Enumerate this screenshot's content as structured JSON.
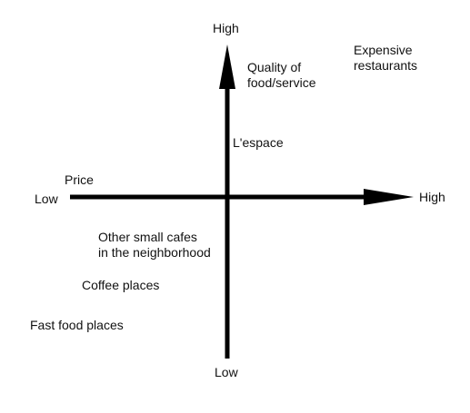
{
  "axes": {
    "vertical": {
      "top_label": "High",
      "bottom_label": "Low",
      "name": "Quality of\nfood/service"
    },
    "horizontal": {
      "left_label": "Low",
      "right_label": "High",
      "name": "Price"
    }
  },
  "items": [
    {
      "label": "Expensive\nrestaurants"
    },
    {
      "label": "L'espace"
    },
    {
      "label": "Other small cafes\nin the neighborhood"
    },
    {
      "label": "Coffee places"
    },
    {
      "label": "Fast food places"
    }
  ],
  "colors": {
    "axis": "#000000",
    "text": "#111111"
  }
}
